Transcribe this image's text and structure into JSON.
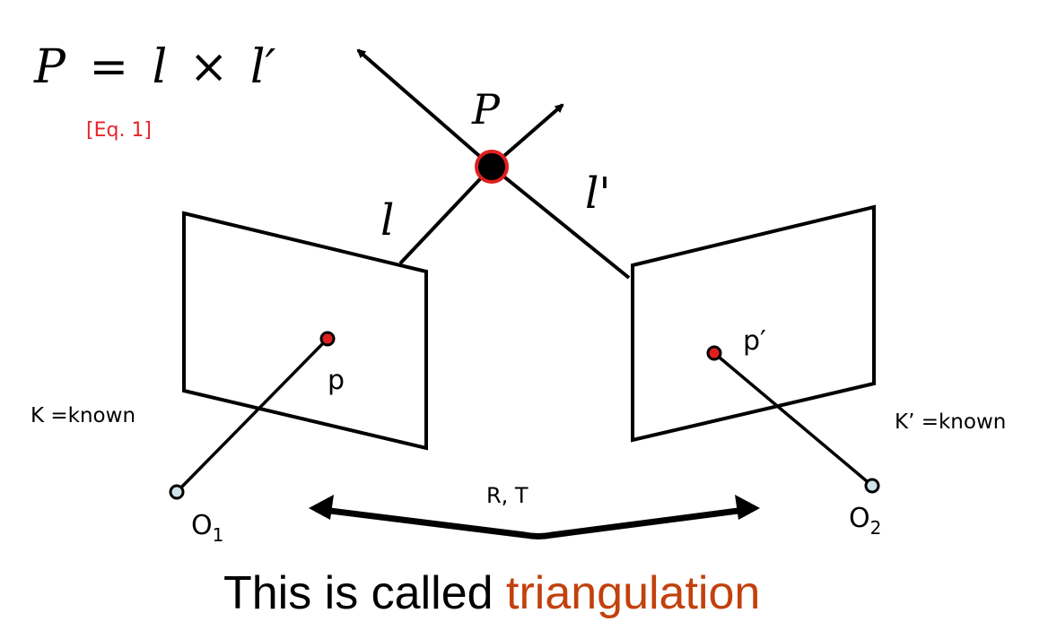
{
  "equation": {
    "lhs": "P",
    "equals": "=",
    "term1": "l",
    "times": "×",
    "term2": "l′",
    "tag": "[Eq. 1]"
  },
  "labels": {
    "point_P": "P",
    "ray_l": "l",
    "ray_l_prime": "l'",
    "image_point_p": "p",
    "image_point_p_prime": "p′",
    "camera_left_letter": "O",
    "camera_left_index": "1",
    "camera_right_letter": "O",
    "camera_right_index": "2",
    "intrinsics_left": "K =known",
    "intrinsics_right": "K’ =known",
    "extrinsics": "R, T"
  },
  "caption": {
    "lead": "This is called ",
    "highlight": "triangulation"
  },
  "colors": {
    "ink": "#000000",
    "red_point": "#e02020",
    "eq_tag": "#e8242b",
    "center_fill": "#cfe3ea",
    "highlight": "#c2410c"
  }
}
